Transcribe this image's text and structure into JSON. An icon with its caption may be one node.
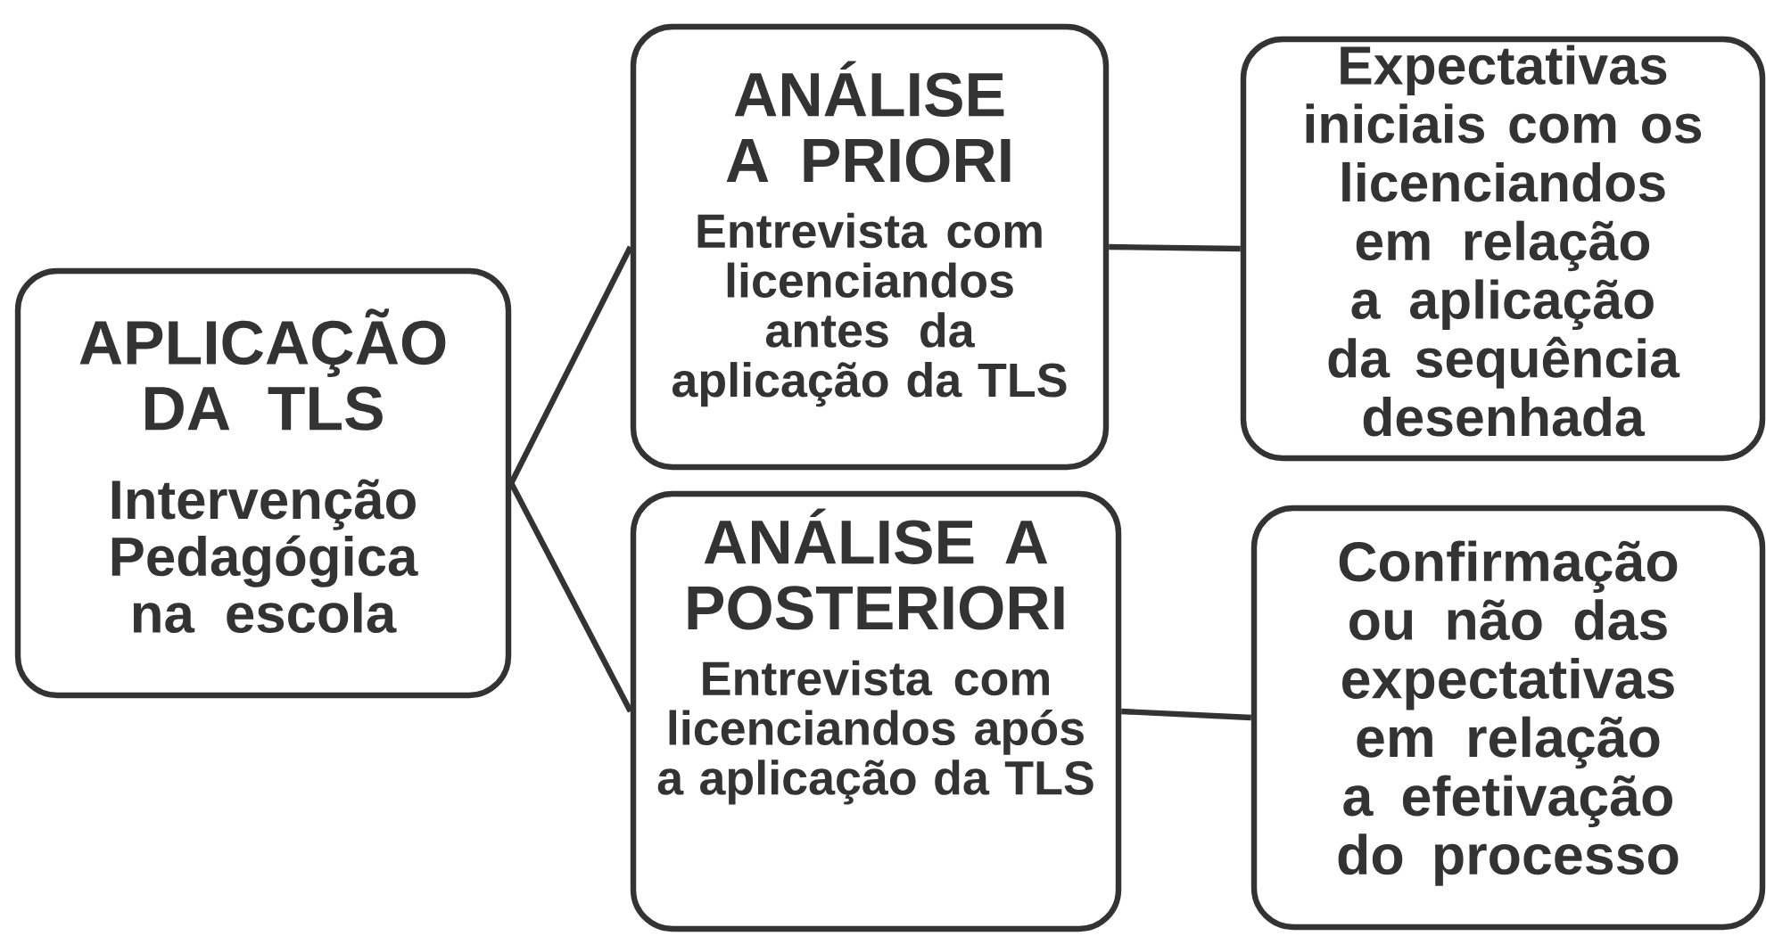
{
  "diagram": {
    "nodes": [
      {
        "text": [
          "APLICAÇÃO DA TLS",
          "Intervenção Pedagógica na escola"
        ]
      },
      {
        "text": [
          "ANÁLISE A PRIORI",
          "Entrevista com licenciandos antes da aplicação da TLS"
        ]
      },
      {
        "text": [
          "ANÁLISE A POSTERIORI",
          "Entrevista com licenciandos após a aplicação da TLS"
        ]
      },
      {
        "text": [
          "Expectativas iniciais com os licenciandos em relação a aplicação da sequência desenhada"
        ]
      },
      {
        "text": [
          "Confirmação ou não das expectativas em relação a efetivação do processo"
        ]
      }
    ],
    "edges": [
      {
        "from": 0,
        "to": 1,
        "arrow": "none"
      },
      {
        "from": 0,
        "to": 2,
        "arrow": "none"
      },
      {
        "from": 1,
        "to": 3,
        "arrow": "none"
      },
      {
        "from": 2,
        "to": 4,
        "arrow": "none"
      }
    ]
  }
}
